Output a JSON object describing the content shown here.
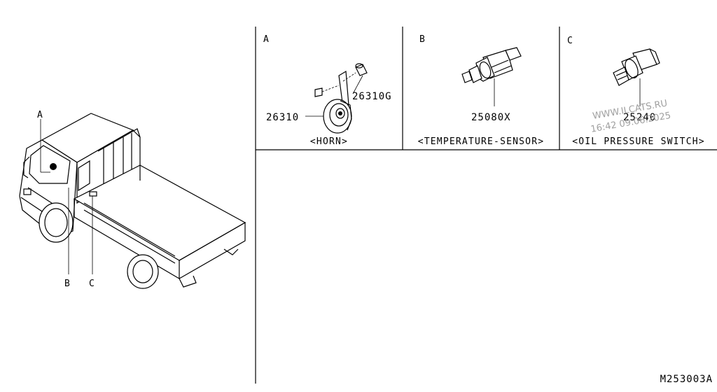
{
  "vehicle": {
    "callouts": [
      "A",
      "B",
      "C"
    ]
  },
  "panels": [
    {
      "letter": "A",
      "caption": "<HORN>",
      "parts": [
        "26310",
        "26310G"
      ]
    },
    {
      "letter": "B",
      "caption": "<TEMPERATURE-SENSOR>",
      "parts": [
        "25080X"
      ]
    },
    {
      "letter": "C",
      "caption": "<OIL PRESSURE SWITCH>",
      "parts": [
        "25240"
      ]
    }
  ],
  "watermark": {
    "line1": "WWW.ILCATS.RU",
    "line2": "16:42 09.06.2025",
    "color": "#a0a0a0"
  },
  "diagram_code": "M253003A"
}
